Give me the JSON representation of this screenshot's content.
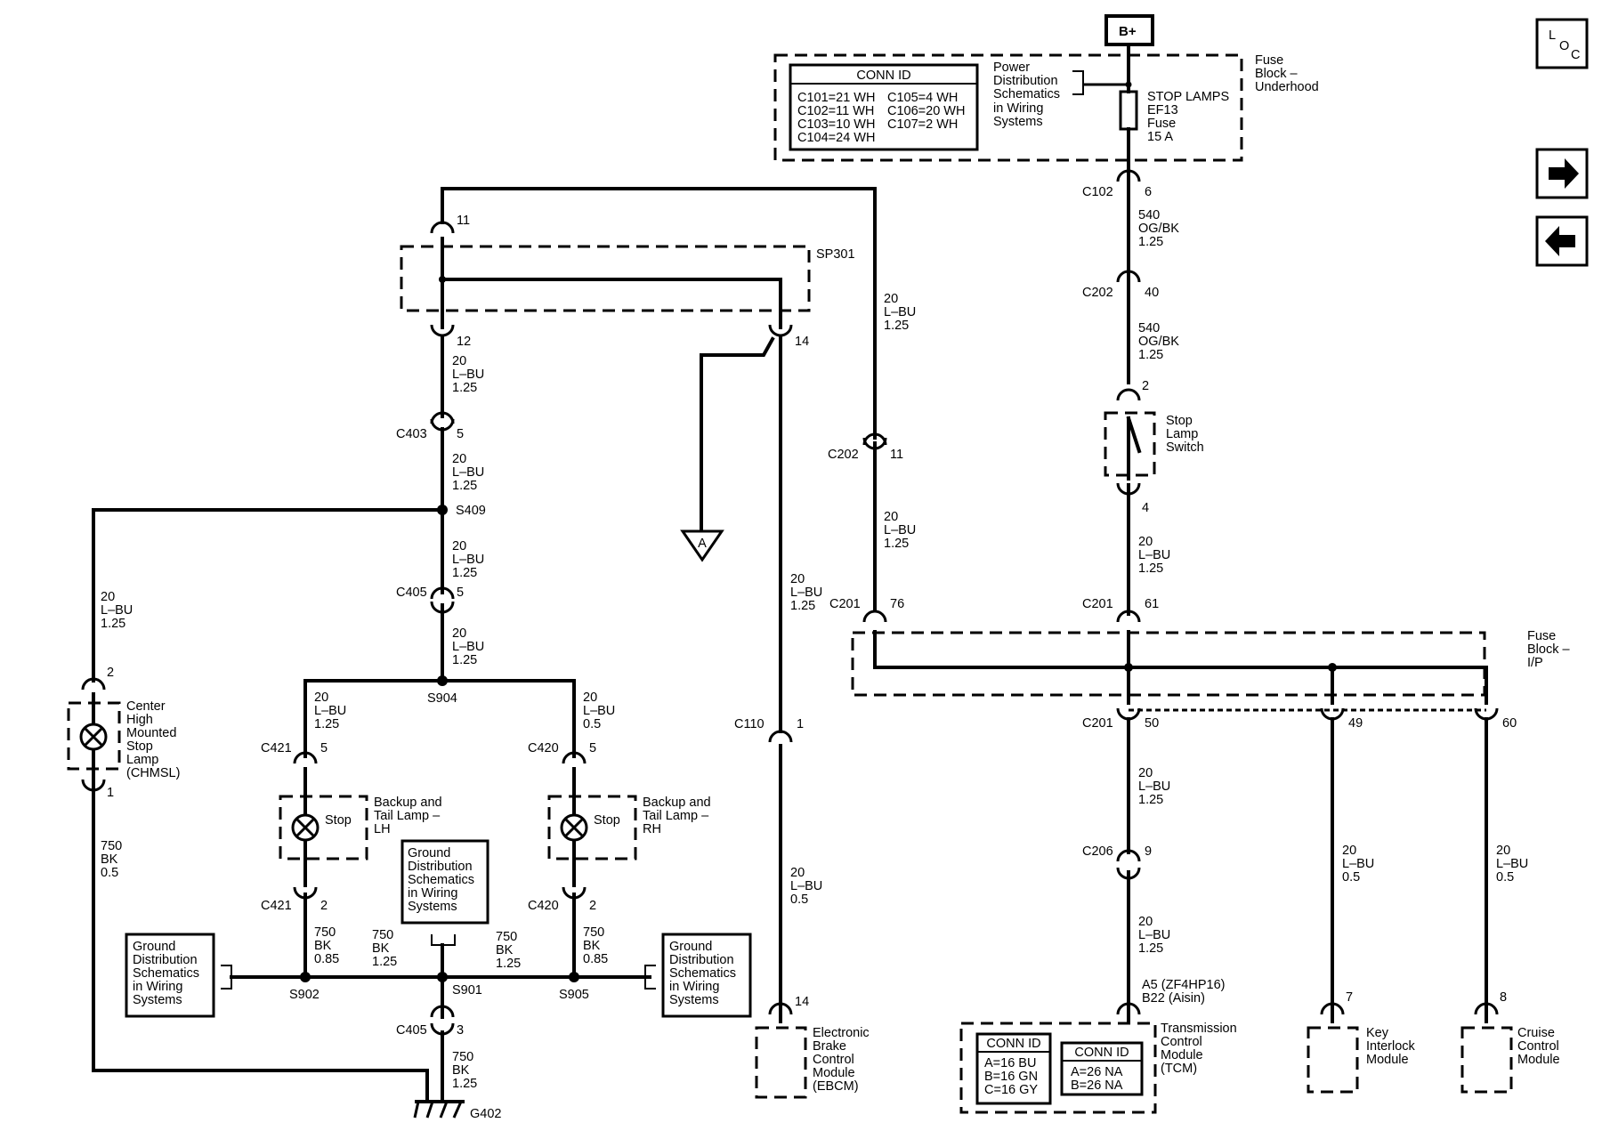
{
  "header": {
    "power": "B+",
    "loc": [
      "L",
      "O",
      "C"
    ]
  },
  "fuse_block_underhood": {
    "title": [
      "Fuse",
      "Block –",
      "Underhood"
    ],
    "conn_id_title": "CONN ID",
    "conn_ids": [
      "C101=21 WH",
      "C102=11 WH",
      "C103=10 WH",
      "C104=24 WH",
      "C105=4 WH",
      "C106=20 WH",
      "C107=2 WH"
    ],
    "power_ref": [
      "Power",
      "Distribution",
      "Schematics",
      "in Wiring",
      "Systems"
    ],
    "fuse": [
      "STOP LAMPS",
      "EF13",
      "Fuse",
      "15 A"
    ]
  },
  "connectors": {
    "c102": "C102",
    "c102_pin": "6",
    "c202a": "C202",
    "c202a_pin": "40",
    "c202b": "C202",
    "c202b_pin": "11",
    "c201a": "C201",
    "c201a_pin": "61",
    "c201b": "C201",
    "c201b_pin": "76",
    "c201c": "C201",
    "c201c_pins": [
      "50",
      "49",
      "60"
    ],
    "c206": "C206",
    "c206_pin": "9",
    "c403": "C403",
    "c403_pin": "5",
    "c405a": "C405",
    "c405a_pin": "5",
    "c405b": "C405",
    "c405b_pin": "3",
    "c421a": "C421",
    "c421a_pin": "5",
    "c421b": "C421",
    "c421b_pin": "2",
    "c420a": "C420",
    "c420a_pin": "5",
    "c420b": "C420",
    "c420b_pin": "2",
    "c110": "C110",
    "c110_pin": "1",
    "sp301": "SP301",
    "sp301_pins": [
      "11",
      "12",
      "14"
    ],
    "chmsl_pins": [
      "2",
      "1"
    ],
    "ebcm_pin": "14",
    "tcm_pin": [
      "A5 (ZF4HP16)",
      "B22 (Aisin)"
    ],
    "key_pin": "7",
    "cruise_pin": "8",
    "switch_pins": [
      "2",
      "4"
    ]
  },
  "wires": {
    "og_bk": [
      "540",
      "OG/BK",
      "1.25"
    ],
    "lbu125": [
      "20",
      "L–BU",
      "1.25"
    ],
    "lbu05": [
      "20",
      "L–BU",
      "0.5"
    ],
    "bk085": [
      "750",
      "BK",
      "0.85"
    ],
    "bk125": [
      "750",
      "BK",
      "1.25"
    ],
    "bk05": [
      "750",
      "BK",
      "0.5"
    ]
  },
  "splices": [
    "S409",
    "S904",
    "S902",
    "S901",
    "S905"
  ],
  "ground": "G402",
  "offpage": "A",
  "components": {
    "stop_lamp_switch": [
      "Stop",
      "Lamp",
      "Switch"
    ],
    "chmsl": [
      "Center",
      "High",
      "Mounted",
      "Stop",
      "Lamp",
      "(CHMSL)"
    ],
    "lamp_lh": [
      "Backup and",
      "Tail Lamp –",
      "LH"
    ],
    "lamp_rh": [
      "Backup and",
      "Tail Lamp –",
      "RH"
    ],
    "stop_word": "Stop",
    "ground_ref": [
      "Ground",
      "Distribution",
      "Schematics",
      "in Wiring",
      "Systems"
    ],
    "ebcm": [
      "Electronic",
      "Brake",
      "Control",
      "Module",
      "(EBCM)"
    ],
    "fuse_block_ip": [
      "Fuse",
      "Block –",
      "I/P"
    ],
    "tcm": [
      "Transmission",
      "Control",
      "Module",
      "(TCM)"
    ],
    "tcm_conn_a_title": "CONN ID",
    "tcm_conn_a": [
      "A=16 BU",
      "B=16 GN",
      "C=16 GY"
    ],
    "tcm_conn_b_title": "CONN ID",
    "tcm_conn_b": [
      "A=26 NA",
      "B=26 NA"
    ],
    "key_interlock": [
      "Key",
      "Interlock",
      "Module"
    ],
    "cruise_control": [
      "Cruise",
      "Control",
      "Module"
    ]
  },
  "nav": {
    "next_icon": "arrow-right-icon",
    "prev_icon": "arrow-left-icon"
  }
}
